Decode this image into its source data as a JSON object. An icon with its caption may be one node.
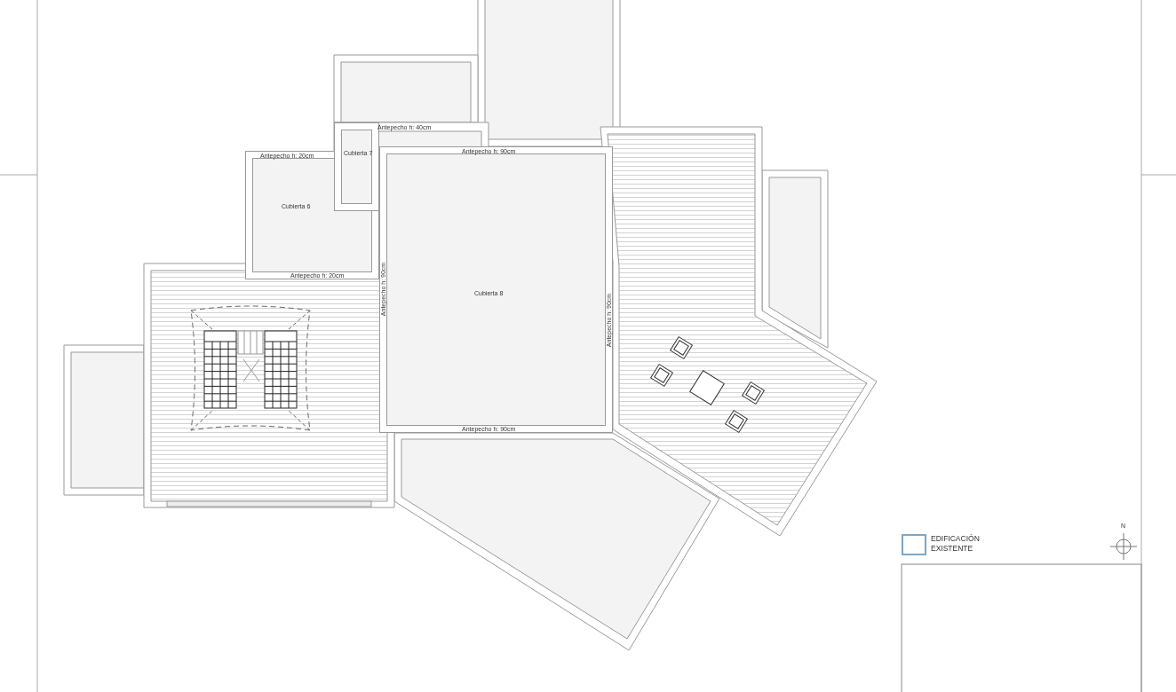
{
  "diagram": {
    "nodes": [
      {
        "text": [
          "Antepecho h: 20cm",
          "Cubierta 6",
          "Antepecho h: 20cm"
        ]
      },
      {
        "text": [
          "Cubierta 7"
        ]
      },
      {
        "text": [
          "Antepecho h: 90cm",
          "Antepecho h: 90cm",
          "Cubierta 8",
          "Antepecho h: 90cm",
          "Antepecho h: 90cm"
        ]
      }
    ],
    "edges": [],
    "labels": [
      "Antepecho h: 40cm",
      "N"
    ],
    "legend": [
      {
        "text": "EDIFICACIÓN EXISTENTE",
        "color": "#7ba7c9"
      }
    ]
  }
}
